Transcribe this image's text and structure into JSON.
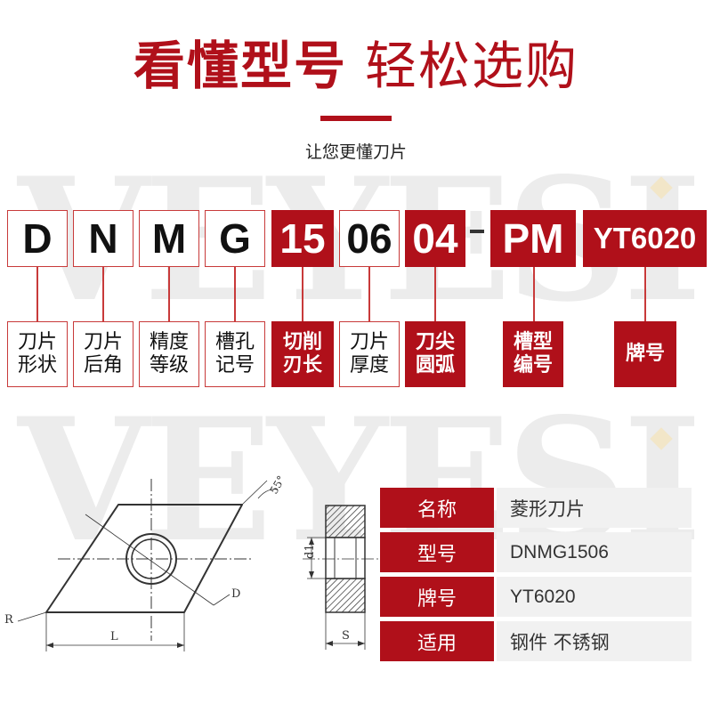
{
  "watermark": {
    "text": "VEYESI"
  },
  "header": {
    "title_a": "看懂型号",
    "title_b": "轻松选购",
    "subtitle": "让您更懂刀片"
  },
  "code_segments": [
    "D",
    "N",
    "M",
    "G",
    "15",
    "06",
    "04",
    "PM",
    "YT6020"
  ],
  "labels": [
    [
      "刀片",
      "形状"
    ],
    [
      "刀片",
      "后角"
    ],
    [
      "精度",
      "等级"
    ],
    [
      "槽孔",
      "记号"
    ],
    [
      "切削",
      "刃长"
    ],
    [
      "刀片",
      "厚度"
    ],
    [
      "刀尖",
      "圆弧"
    ],
    [
      "槽型",
      "编号"
    ],
    [
      "牌号",
      ""
    ]
  ],
  "diagram": {
    "angle_label": "55°",
    "r_label": "R",
    "l_label": "L",
    "d_label": "D",
    "d1_label": "d1",
    "s_label": "S"
  },
  "specs": [
    {
      "key": "名称",
      "value": "菱形刀片"
    },
    {
      "key": "型号",
      "value": "DNMG1506"
    },
    {
      "key": "牌号",
      "value": "YT6020"
    },
    {
      "key": "适用",
      "value": "钢件 不锈钢"
    }
  ],
  "colors": {
    "accent": "#b0101a",
    "outline": "#c83a3a",
    "spec_value_bg": "#f1f1f1"
  }
}
